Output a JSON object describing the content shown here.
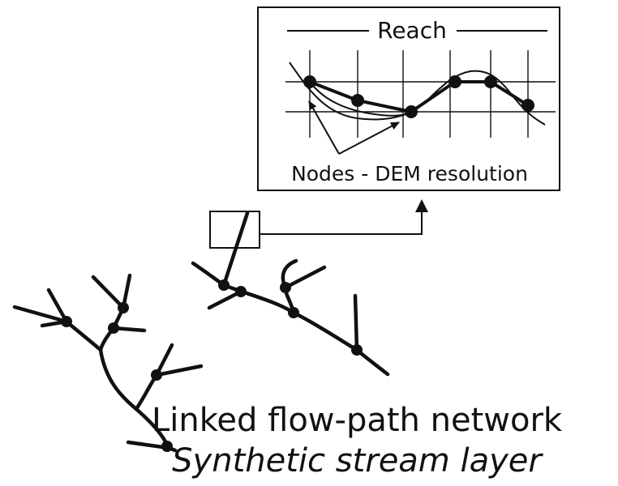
{
  "inset": {
    "title": "Reach",
    "nodes_label": "Nodes - DEM resolution"
  },
  "caption": {
    "line1": "Linked flow-path network",
    "line2": "Synthetic stream layer"
  },
  "colors": {
    "ink": "#111111",
    "background": "#ffffff"
  }
}
